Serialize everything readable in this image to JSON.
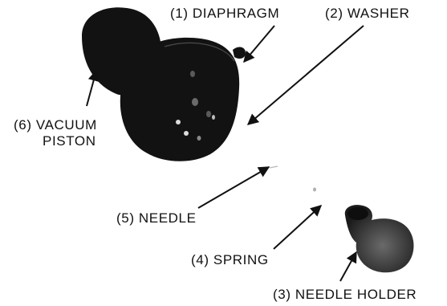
{
  "labels": {
    "diaphragm": "(1) DIAPHRAGM",
    "washer": "(2) WASHER",
    "needle_holder": "(3) NEEDLE HOLDER",
    "spring": "(4) SPRING",
    "needle": "(5) NEEDLE",
    "vacuum_piston_line1": "(6) VACUUM",
    "vacuum_piston_line2": "PISTON"
  },
  "colors": {
    "ink": "#111111",
    "part_dark": "#121212",
    "part_gray": "#3a3a3a",
    "background": "#ffffff"
  }
}
